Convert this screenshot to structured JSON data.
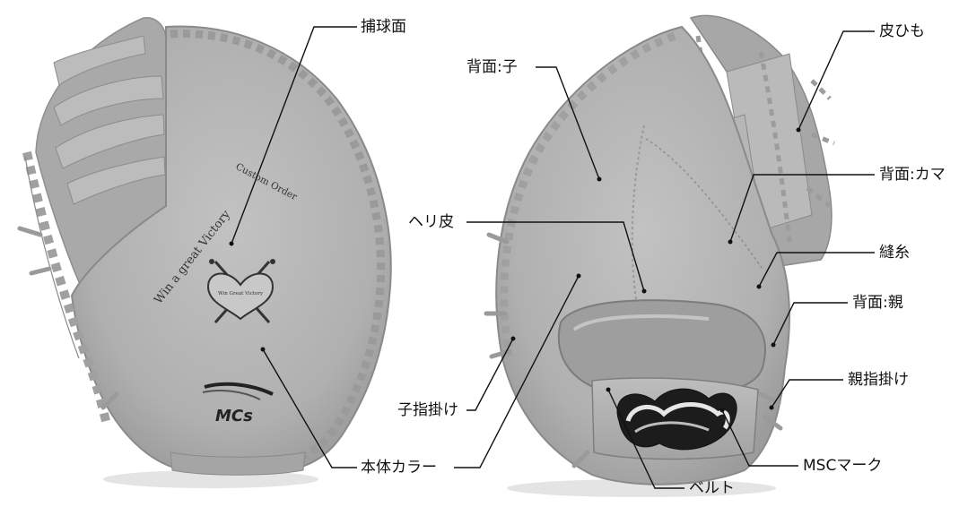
{
  "left_glove": {
    "embroidery_main": "Win a great Victory",
    "embroidery_order": "Custom Order",
    "heart_badge": "Win Great Victory",
    "brand_logo": "MCs"
  },
  "labels": {
    "hokyumen": "捕球面",
    "honai_color": "本体カラー",
    "koyubi_kake": "子指掛け",
    "herikawa": "ヘリ皮",
    "haimen_ko": "背面:子",
    "kawahimo": "皮ひも",
    "haimen_kama": "背面:カマ",
    "nuiito": "縫糸",
    "haimen_oya": "背面:親",
    "oyayubi_kake": "親指掛け",
    "msc_mark": "MSCマーク",
    "belt": "ベルト"
  },
  "colors": {
    "glove_fill": "#b2b2b2",
    "glove_shade": "#9a9a9a",
    "glove_light": "#c4c4c4",
    "lace": "#a6a6a6",
    "leader": "#111111"
  }
}
